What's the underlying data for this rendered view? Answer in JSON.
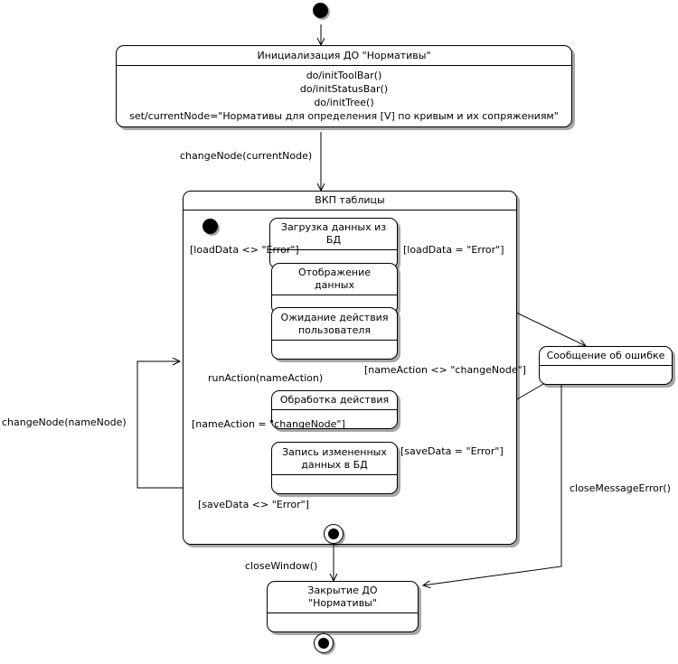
{
  "diagram": {
    "kind": "uml-state-machine-diagram",
    "language": "ru",
    "colors": {
      "stroke": "#000000",
      "fill": "#ffffff",
      "shadow": "rgba(0,0,0,0.35)"
    }
  },
  "states": {
    "init_norm": {
      "name": "Инициализация ДО \"Нормативы\"",
      "actions": "do/initToolBar()\ndo/initStatusBar()\ndo/initTree()\nset/currentNode=\"Нормативы для определения [V] по кривым и их сопряжениям\""
    },
    "composite": {
      "name": "ВКП таблицы"
    },
    "load_data": {
      "name": "Загрузка данных из БД"
    },
    "show_data": {
      "name": "Отображение данных"
    },
    "wait_user": {
      "name": "Ожидание действия\nпользователя"
    },
    "process_action": {
      "name": "Обработка действия"
    },
    "save_data": {
      "name": "Запись измененных\nданных в БД"
    },
    "error_message": {
      "name": "Сообщение об ошибке"
    },
    "close_norm": {
      "name": "Закрытие ДО \"Нормативы\""
    }
  },
  "transitions": {
    "change_node_current": "changeNode(currentNode)",
    "load_ok": "[loadData <> \"Error\"]",
    "load_error": "[loadData = \"Error\"]",
    "run_action": "runAction(nameAction)",
    "name_action_ne": "[nameAction <> \"changeNode\"]",
    "name_action_eq": "[nameAction = \"changeNode\"]",
    "save_ok": "[saveData <> \"Error\"]",
    "save_error": "[saveData = \"Error\"]",
    "change_node_name": "changeNode(nameNode)",
    "close_window": "closeWindow()",
    "close_message_error": "closeMessageError()"
  }
}
